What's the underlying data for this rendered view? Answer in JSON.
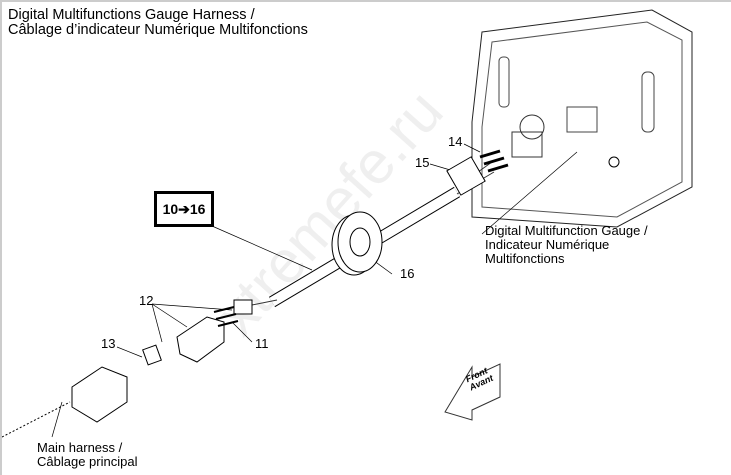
{
  "title": {
    "line1": "Digital Multifunctions Gauge Harness /",
    "line2": "Câblage d’indicateur Numérique Multifonctions"
  },
  "reference_box": "10➔16",
  "callouts": {
    "c11": "11",
    "c12": "12",
    "c13": "13",
    "c14": "14",
    "c15": "15",
    "c16": "16"
  },
  "gauge_label": {
    "line1": "Digital Multifunction Gauge /",
    "line2": "Indicateur Numérique",
    "line3": "Multifonctions"
  },
  "main_harness_label": {
    "line1": "Main harness /",
    "line2": "Câblage principal"
  },
  "direction_arrow": {
    "line1": "Front",
    "line2": "Avant"
  },
  "watermark": "xtremefe.ru"
}
